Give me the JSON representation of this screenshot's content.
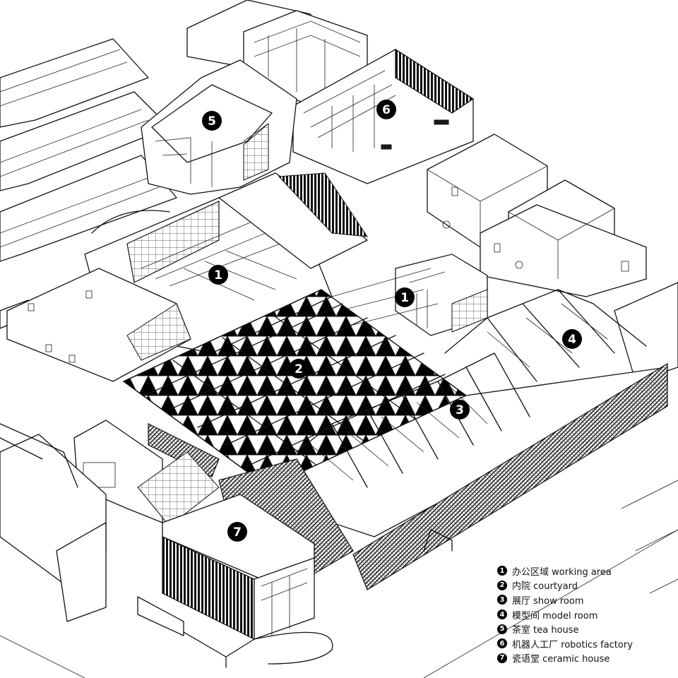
{
  "markers": [
    {
      "number": "1",
      "area": "working-area"
    },
    {
      "number": "1",
      "area": "working-area"
    },
    {
      "number": "2",
      "area": "courtyard"
    },
    {
      "number": "3",
      "area": "show-room"
    },
    {
      "number": "4",
      "area": "model-room"
    },
    {
      "number": "5",
      "area": "tea-house"
    },
    {
      "number": "6",
      "area": "robotics-factory"
    },
    {
      "number": "7",
      "area": "ceramic-house"
    }
  ],
  "legend": [
    {
      "number": "1",
      "label": "办公区域 working area"
    },
    {
      "number": "2",
      "label": "内院 courtyard"
    },
    {
      "number": "3",
      "label": "展厅 show room"
    },
    {
      "number": "4",
      "label": "模型间 model room"
    },
    {
      "number": "5",
      "label": "茶室 tea house"
    },
    {
      "number": "6",
      "label": "机器人工厂 robotics factory"
    },
    {
      "number": "7",
      "label": "瓷语堂 ceramic house"
    }
  ],
  "colors": {
    "line": "#111111",
    "marker": "#000000",
    "background": "#ffffff"
  }
}
